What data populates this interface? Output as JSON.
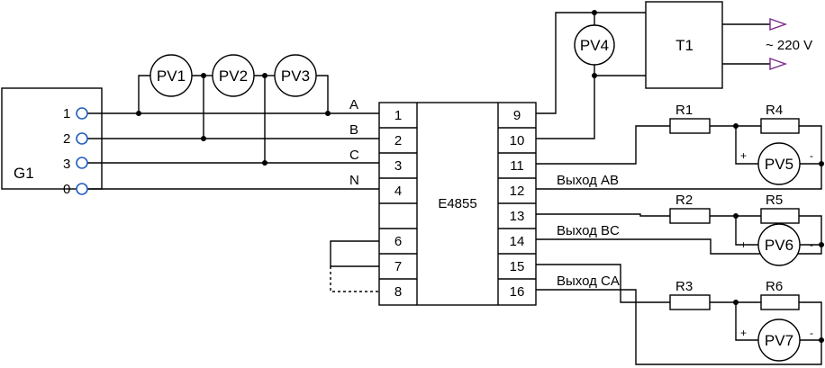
{
  "generator": {
    "label": "G1",
    "terminals": [
      "1",
      "2",
      "3",
      "0"
    ]
  },
  "phase_labels": [
    "A",
    "B",
    "C",
    "N"
  ],
  "voltmeters_input": [
    "PV1",
    "PV2",
    "PV3"
  ],
  "transducer": {
    "label": "E4855",
    "left_pins": [
      "1",
      "2",
      "3",
      "4",
      "",
      "6",
      "7",
      "8"
    ],
    "right_pins": [
      "9",
      "10",
      "11",
      "12",
      "13",
      "14",
      "15",
      "16"
    ]
  },
  "supply": {
    "voltmeter": "PV4",
    "transformer": "T1",
    "voltage": "~ 220 V"
  },
  "outputs": [
    {
      "label": "Выход AB",
      "resistor_a": "R1",
      "resistor_b": "R4",
      "voltmeter": "PV5"
    },
    {
      "label": "Выход BC",
      "resistor_a": "R2",
      "resistor_b": "R5",
      "voltmeter": "PV6"
    },
    {
      "label": "Выход CA",
      "resistor_a": "R3",
      "resistor_b": "R6",
      "voltmeter": "PV7"
    }
  ],
  "polarity": {
    "plus": "+",
    "minus": "-"
  }
}
